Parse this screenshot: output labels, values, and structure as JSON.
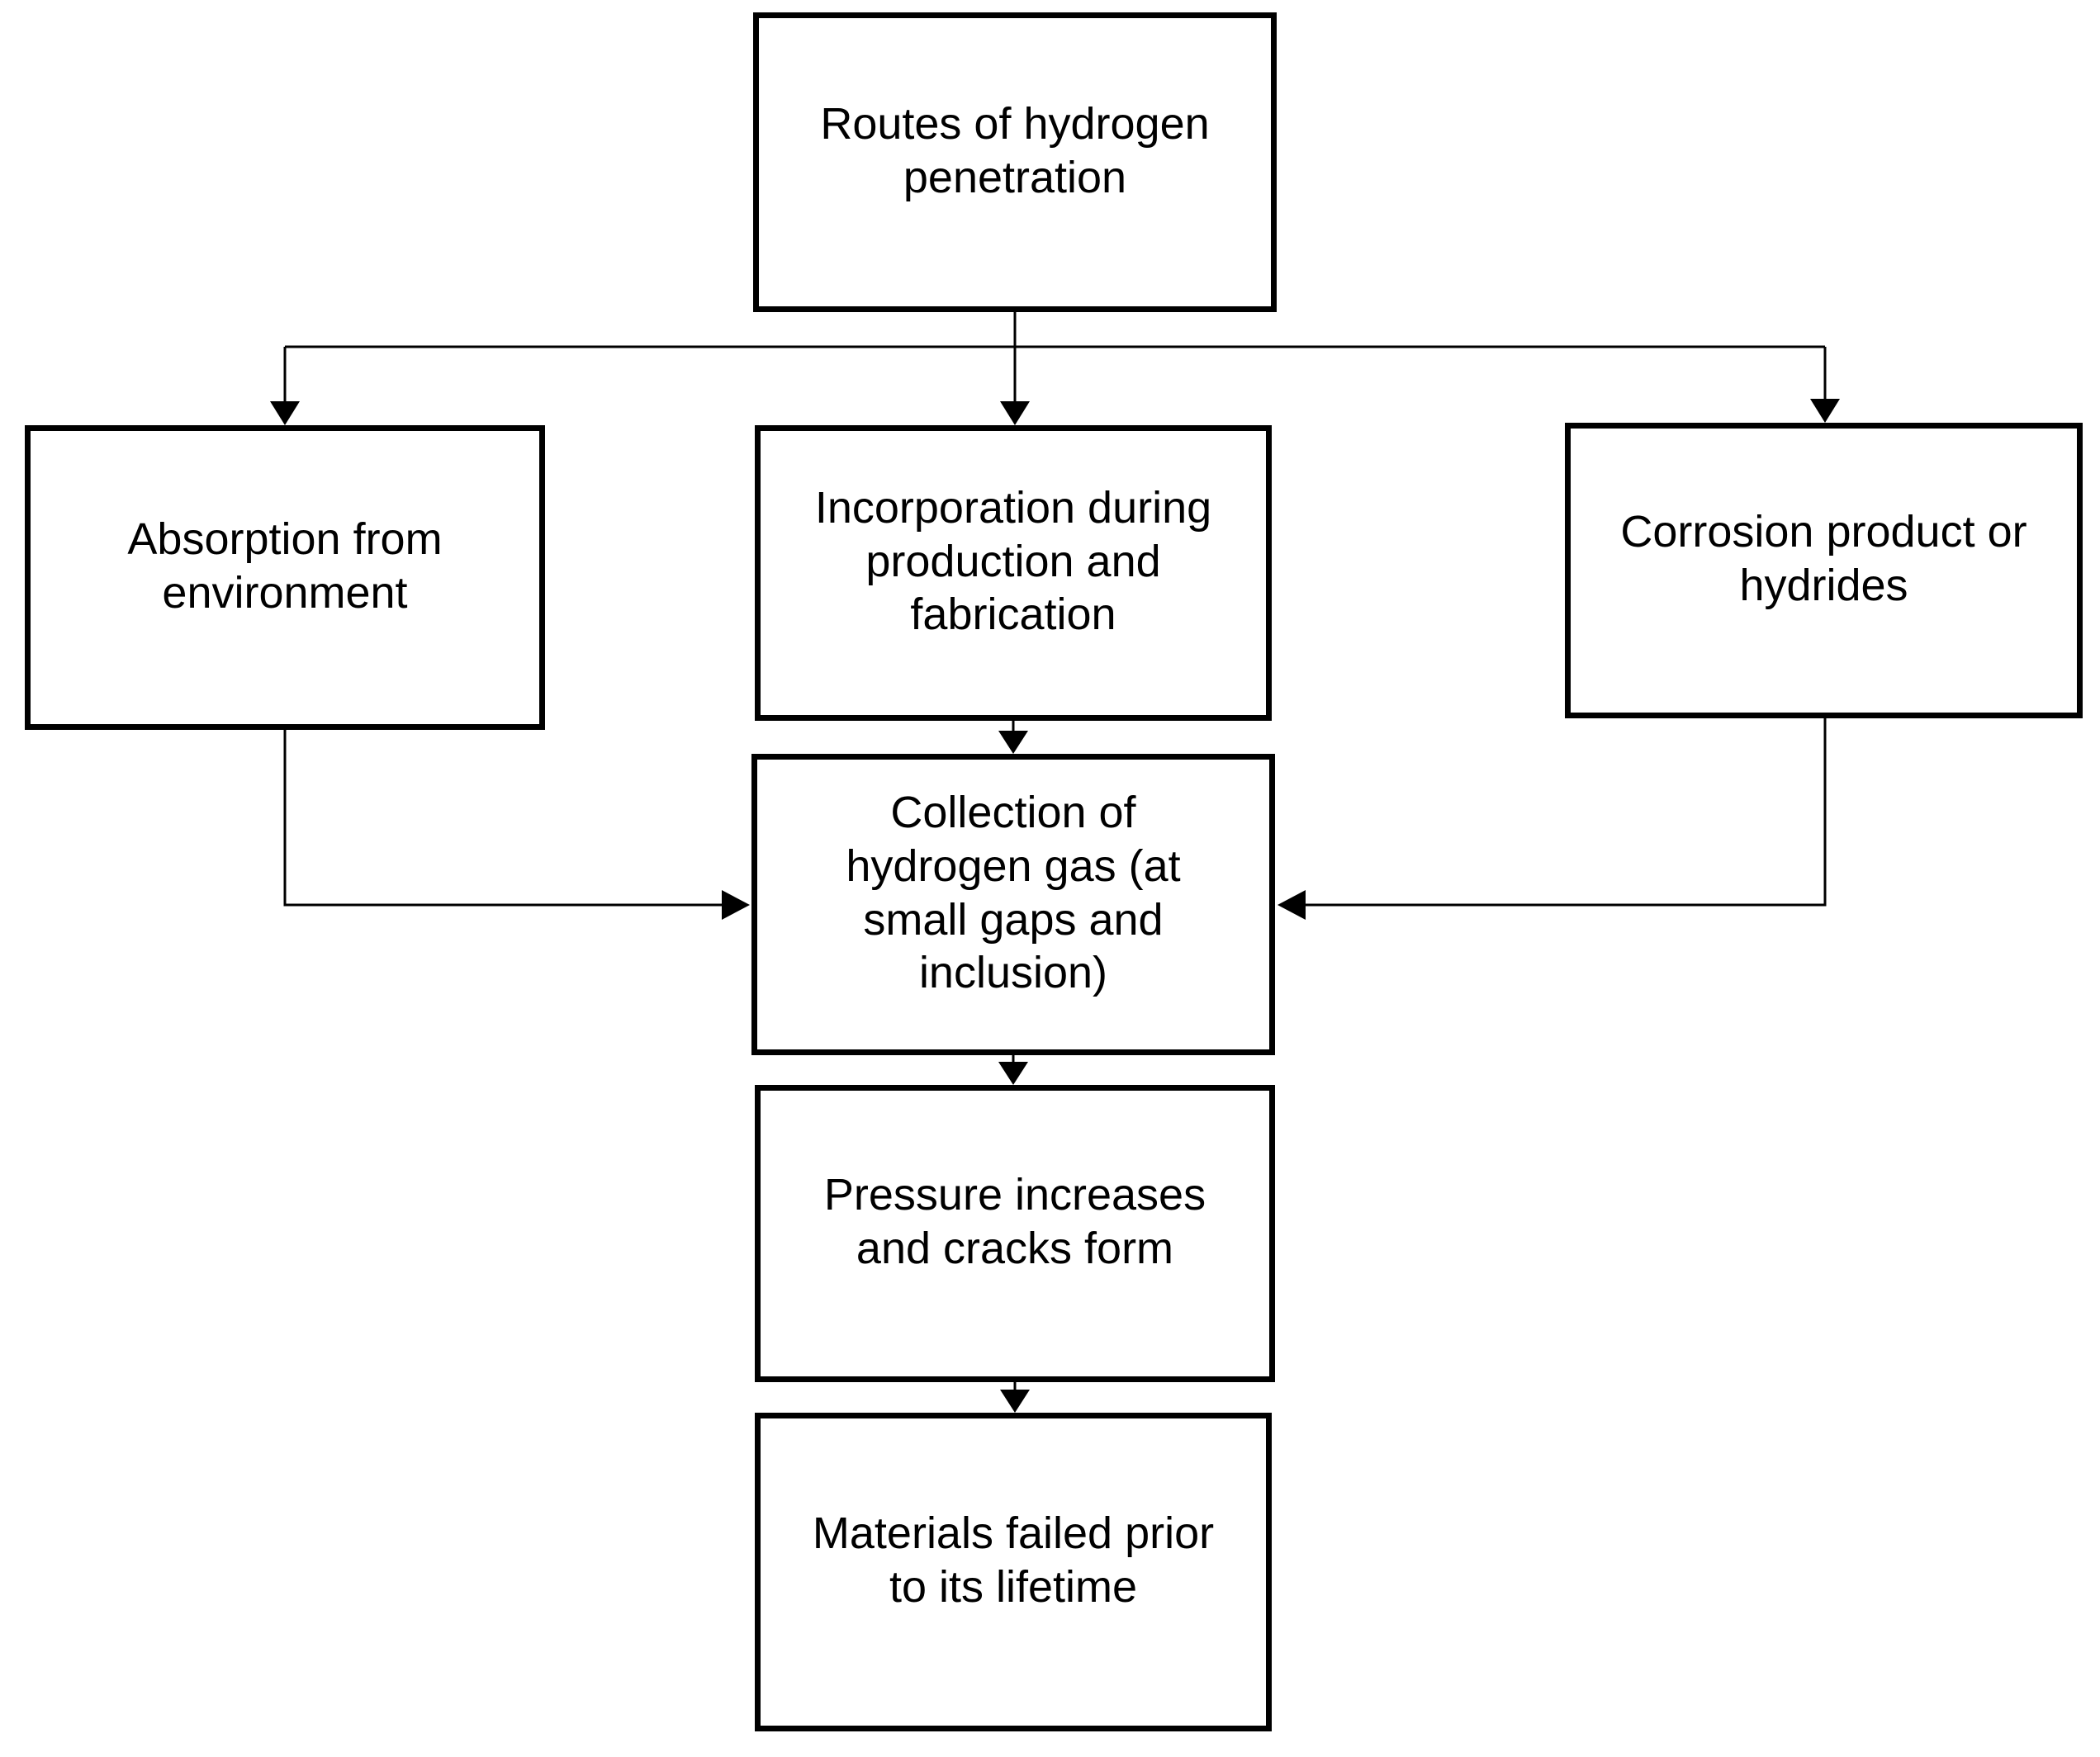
{
  "nodes": {
    "routes": {
      "text": "Routes of hydrogen\npenetration"
    },
    "absorption": {
      "text": "Absorption from\nenvironment"
    },
    "incorporation": {
      "text": "Incorporation during\nproduction and\nfabrication"
    },
    "corrosion": {
      "text": "Corrosion product or\nhydrides"
    },
    "collection": {
      "text": "Collection of\nhydrogen gas (at\nsmall gaps and\ninclusion)"
    },
    "pressure": {
      "text": "Pressure increases\nand cracks form"
    },
    "failure": {
      "text": "Materials failed prior\nto its lifetime"
    }
  },
  "colors": {
    "stroke": "#000000",
    "background": "#ffffff"
  }
}
